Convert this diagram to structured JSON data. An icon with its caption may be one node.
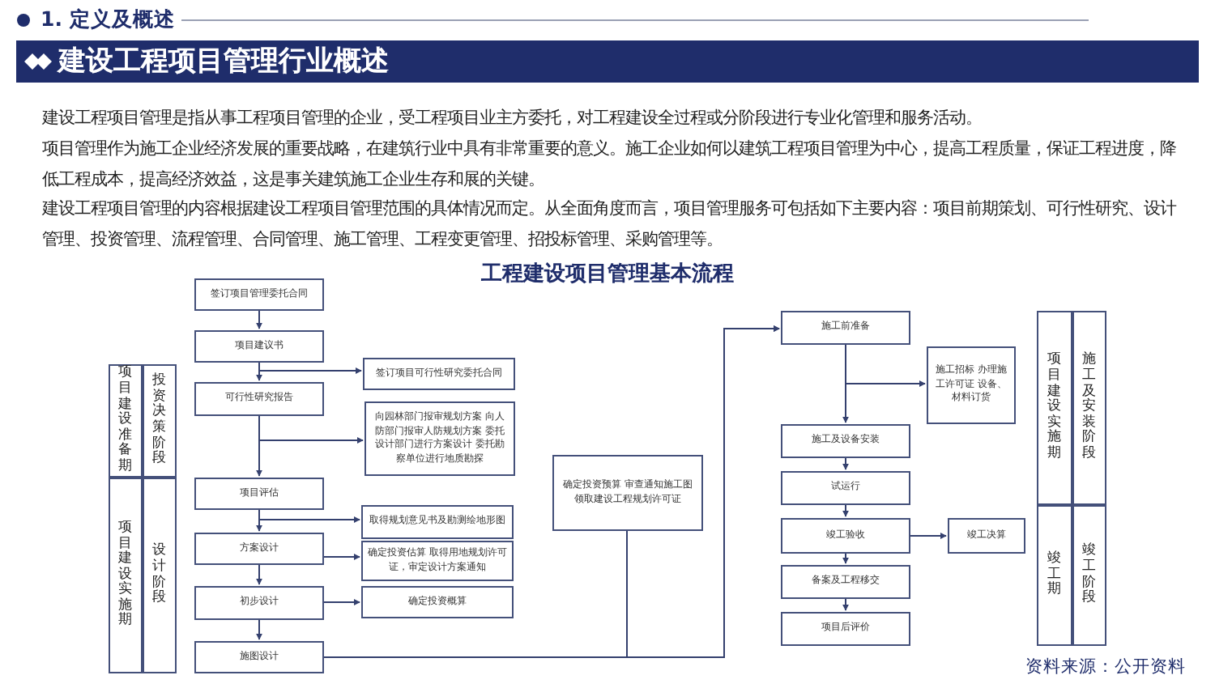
{
  "diagram": {
    "title": "工程建设项目管理基本流程",
    "nodes": [
      {
        "text": [
          "签订项目管理委托合同"
        ]
      },
      {
        "text": [
          "项目建议书"
        ]
      },
      {
        "text": [
          "可行性研究报告"
        ]
      },
      {
        "text": [
          "签订项目可行性研究委托合同"
        ]
      },
      {
        "text": [
          "向园林部门报审规划方案 向人防部门报审人防规划方案 委托设计部门进行方案设计 委托勘察单位进行地质勘探"
        ]
      },
      {
        "text": [
          "项目评估"
        ]
      },
      {
        "text": [
          "取得规划意见书及勘测绘地形图"
        ]
      },
      {
        "text": [
          "方案设计"
        ]
      },
      {
        "text": [
          "确定投资估算 取得用地规划许可证，审定设计方案通知"
        ]
      },
      {
        "text": [
          "初步设计"
        ]
      },
      {
        "text": [
          "确定投资概算"
        ]
      },
      {
        "text": [
          "施图设计"
        ]
      },
      {
        "text": [
          "确定投资预算 审查通知施工图领取建设工程规划许可证"
        ]
      },
      {
        "text": [
          "施工前准备"
        ]
      },
      {
        "text": [
          "施工招标 办理施工许可证 设备、材料订货"
        ]
      },
      {
        "text": [
          "施工及设备安装"
        ]
      },
      {
        "text": [
          "试运行"
        ]
      },
      {
        "text": [
          "竣工验收"
        ]
      },
      {
        "text": [
          "竣工决算"
        ]
      },
      {
        "text": [
          "备案及工程移交"
        ]
      },
      {
        "text": [
          "项目后评价"
        ]
      },
      {
        "text": [
          "项目建设准备期"
        ]
      },
      {
        "text": [
          "投资决策阶段"
        ]
      },
      {
        "text": [
          "项目建设实施期"
        ]
      },
      {
        "text": [
          "设计阶段"
        ]
      },
      {
        "text": [
          "项目建设实施期"
        ]
      },
      {
        "text": [
          "施工及安装阶段"
        ]
      },
      {
        "text": [
          "竣工期"
        ]
      },
      {
        "text": [
          "竣工阶段"
        ]
      }
    ],
    "edges": [
      {
        "from": 0,
        "to": 1,
        "arrow": "to"
      },
      {
        "from": 1,
        "to": 2,
        "arrow": "to"
      },
      {
        "from": 1,
        "to": 3,
        "arrow": "to"
      },
      {
        "from": 2,
        "to": 5,
        "arrow": "to"
      },
      {
        "from": 2,
        "to": 4,
        "arrow": "to"
      },
      {
        "from": 5,
        "to": 7,
        "arrow": "to"
      },
      {
        "from": 5,
        "to": 6,
        "arrow": "to"
      },
      {
        "from": 7,
        "to": 9,
        "arrow": "to"
      },
      {
        "from": 7,
        "to": 8,
        "arrow": "to"
      },
      {
        "from": 9,
        "to": 11,
        "arrow": "to"
      },
      {
        "from": 9,
        "to": 10,
        "arrow": "to"
      },
      {
        "from": 11,
        "to": 13,
        "arrow": "to"
      },
      {
        "from": 12,
        "to": 13,
        "arrow": "to"
      },
      {
        "from": 13,
        "to": 15,
        "arrow": "to"
      },
      {
        "from": 13,
        "to": 14,
        "arrow": "to"
      },
      {
        "from": 15,
        "to": 16,
        "arrow": "to"
      },
      {
        "from": 16,
        "to": 17,
        "arrow": "to"
      },
      {
        "from": 17,
        "to": 18,
        "arrow": "to"
      },
      {
        "from": 17,
        "to": 19,
        "arrow": "to"
      },
      {
        "from": 19,
        "to": 20,
        "arrow": "to"
      }
    ],
    "labels": [
      "1. 定义及概述",
      "建设工程项目管理行业概述",
      "建设工程项目管理是指从事工程项目管理的企业，受工程项目业主方委托，对工程建设全过程或分阶段进行专业化管理和服务活动。",
      "项目管理作为施工企业经济发展的重要战略，在建筑行业中具有非常重要的意义。施工企业如何以建筑工程项目管理为中心，提高工程质量，保证工程进度，降低工程成本，提高经济效益，这是事关建筑施工企业生存和展的关键。",
      "建设工程项目管理的内容根据建设工程项目管理范围的具体情况而定。从全面角度而言，项目管理服务可包括如下主要内容：项目前期策划、可行性研究、设计管理、投资管理、流程管理、合同管理、施工管理、工程变更管理、招投标管理、采购管理等。",
      "资料来源：公开资料"
    ]
  }
}
